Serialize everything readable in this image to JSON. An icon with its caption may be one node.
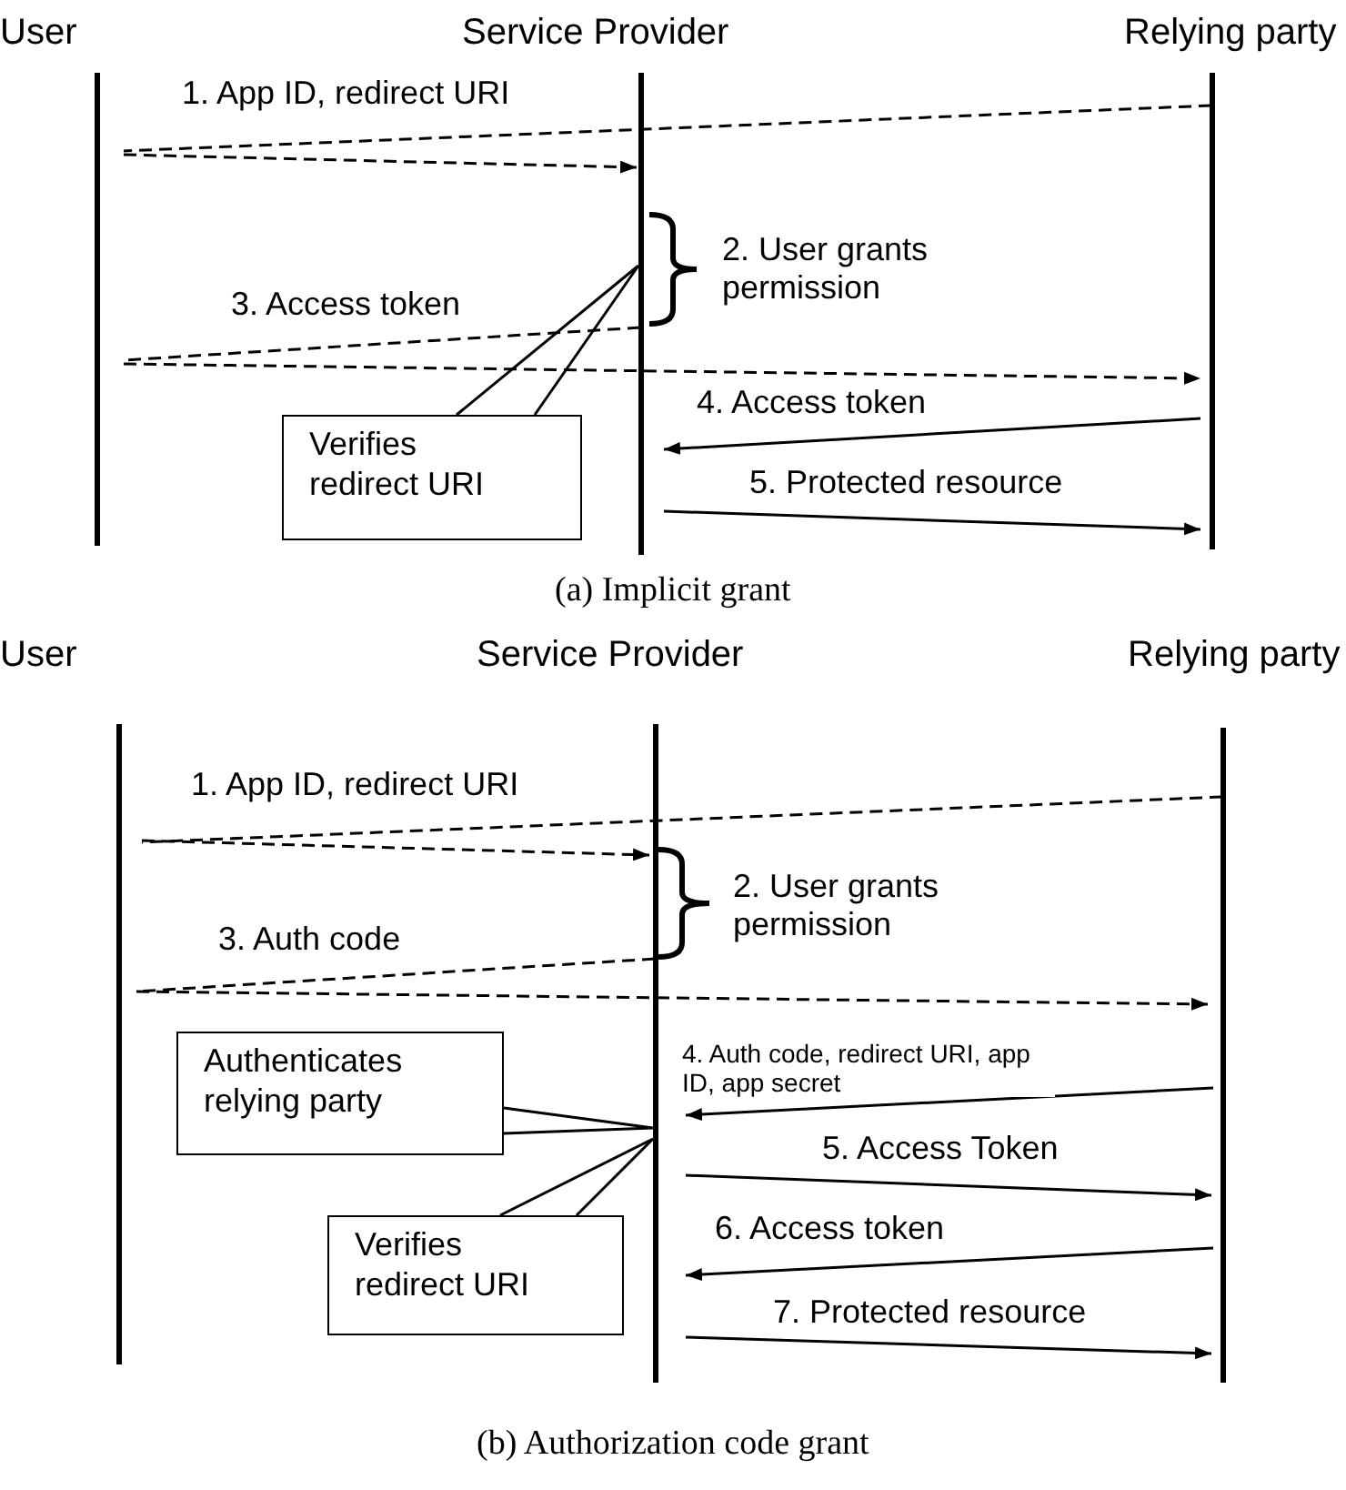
{
  "diagram": {
    "nodes": [
      {
        "text": [
          "User"
        ]
      },
      {
        "text": [
          "Service Provider"
        ]
      },
      {
        "text": [
          "Relying party"
        ]
      },
      {
        "text": [
          "Verifies redirect URI"
        ]
      },
      {
        "text": [
          "User"
        ]
      },
      {
        "text": [
          "Service Provider"
        ]
      },
      {
        "text": [
          "Relying party"
        ]
      },
      {
        "text": [
          "Authenticates relying party"
        ]
      },
      {
        "text": [
          "Verifies redirect URI"
        ]
      }
    ],
    "edges": [
      {
        "from": 2,
        "to": 0,
        "arrow": "none",
        "style": "dashed",
        "label": "1. App ID, redirect URI"
      },
      {
        "from": 0,
        "to": 1,
        "arrow": "to",
        "style": "dashed"
      },
      {
        "from": 1,
        "to": 0,
        "arrow": "none",
        "style": "dashed",
        "label": "3. Access token"
      },
      {
        "from": 0,
        "to": 2,
        "arrow": "to",
        "style": "dashed"
      },
      {
        "from": 2,
        "to": 1,
        "arrow": "to",
        "label": "4. Access token"
      },
      {
        "from": 1,
        "to": 2,
        "arrow": "to",
        "label": "5. Protected resource"
      },
      {
        "from": 3,
        "to": 1,
        "arrow": "none"
      },
      {
        "from": 6,
        "to": 4,
        "arrow": "none",
        "style": "dashed",
        "label": "1. App ID, redirect URI"
      },
      {
        "from": 4,
        "to": 5,
        "arrow": "to",
        "style": "dashed"
      },
      {
        "from": 5,
        "to": 4,
        "arrow": "none",
        "style": "dashed",
        "label": "3. Auth code"
      },
      {
        "from": 4,
        "to": 6,
        "arrow": "to",
        "style": "dashed"
      },
      {
        "from": 6,
        "to": 5,
        "arrow": "to",
        "label": "4. Auth code, redirect URI, app ID, app secret"
      },
      {
        "from": 5,
        "to": 6,
        "arrow": "to",
        "label": "5. Access Token"
      },
      {
        "from": 6,
        "to": 5,
        "arrow": "to",
        "label": "6. Access token"
      },
      {
        "from": 5,
        "to": 6,
        "arrow": "to",
        "label": "7. Protected resource"
      },
      {
        "from": 7,
        "to": 5,
        "arrow": "none"
      },
      {
        "from": 8,
        "to": 5,
        "arrow": "none"
      }
    ],
    "labels": [
      "2. User grants permission",
      "(a) Implicit grant",
      "2. User grants permission",
      "(b) Authorization code grant"
    ]
  }
}
